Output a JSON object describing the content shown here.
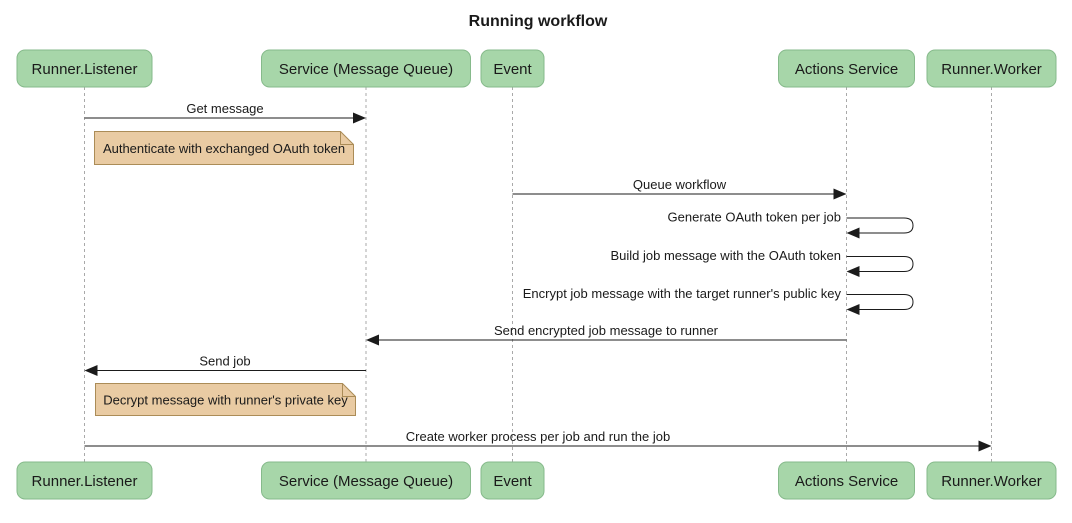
{
  "title": "Running workflow",
  "participants": [
    {
      "id": "runner-listener",
      "label": "Runner.Listener"
    },
    {
      "id": "service-message-queue",
      "label": "Service (Message Queue)"
    },
    {
      "id": "event",
      "label": "Event"
    },
    {
      "id": "actions-service",
      "label": "Actions Service"
    },
    {
      "id": "runner-worker",
      "label": "Runner.Worker"
    }
  ],
  "sequence": [
    {
      "type": "message",
      "from": "Runner.Listener",
      "to": "Service (Message Queue)",
      "direction": "right",
      "label": "Get message"
    },
    {
      "type": "note",
      "over": "Runner.Listener",
      "label": "Authenticate with exchanged OAuth token"
    },
    {
      "type": "message",
      "from": "Event",
      "to": "Actions Service",
      "direction": "right",
      "label": "Queue workflow"
    },
    {
      "type": "self_message",
      "actor": "Actions Service",
      "label": "Generate OAuth token per job"
    },
    {
      "type": "self_message",
      "actor": "Actions Service",
      "label": "Build job message with the OAuth token"
    },
    {
      "type": "self_message",
      "actor": "Actions Service",
      "label": "Encrypt job message with the target runner's public key"
    },
    {
      "type": "message",
      "from": "Actions Service",
      "to": "Service (Message Queue)",
      "direction": "left",
      "label": "Send encrypted job message to runner"
    },
    {
      "type": "message",
      "from": "Service (Message Queue)",
      "to": "Runner.Listener",
      "direction": "left",
      "label": "Send job"
    },
    {
      "type": "note",
      "over": "Runner.Listener",
      "label": "Decrypt message with runner's private key"
    },
    {
      "type": "message",
      "from": "Runner.Listener",
      "to": "Runner.Worker",
      "direction": "right",
      "label": "Create worker process per job and run the job"
    }
  ],
  "colors": {
    "background": "#ffffff",
    "participant_fill": "#a7d6a9",
    "participant_border": "#86ba8b",
    "note_fill": "#e9cba3",
    "note_border": "#ab8c57",
    "lifeline": "#a9a9a9",
    "line": "#1b1b1b",
    "text": "#1a1a1a"
  }
}
